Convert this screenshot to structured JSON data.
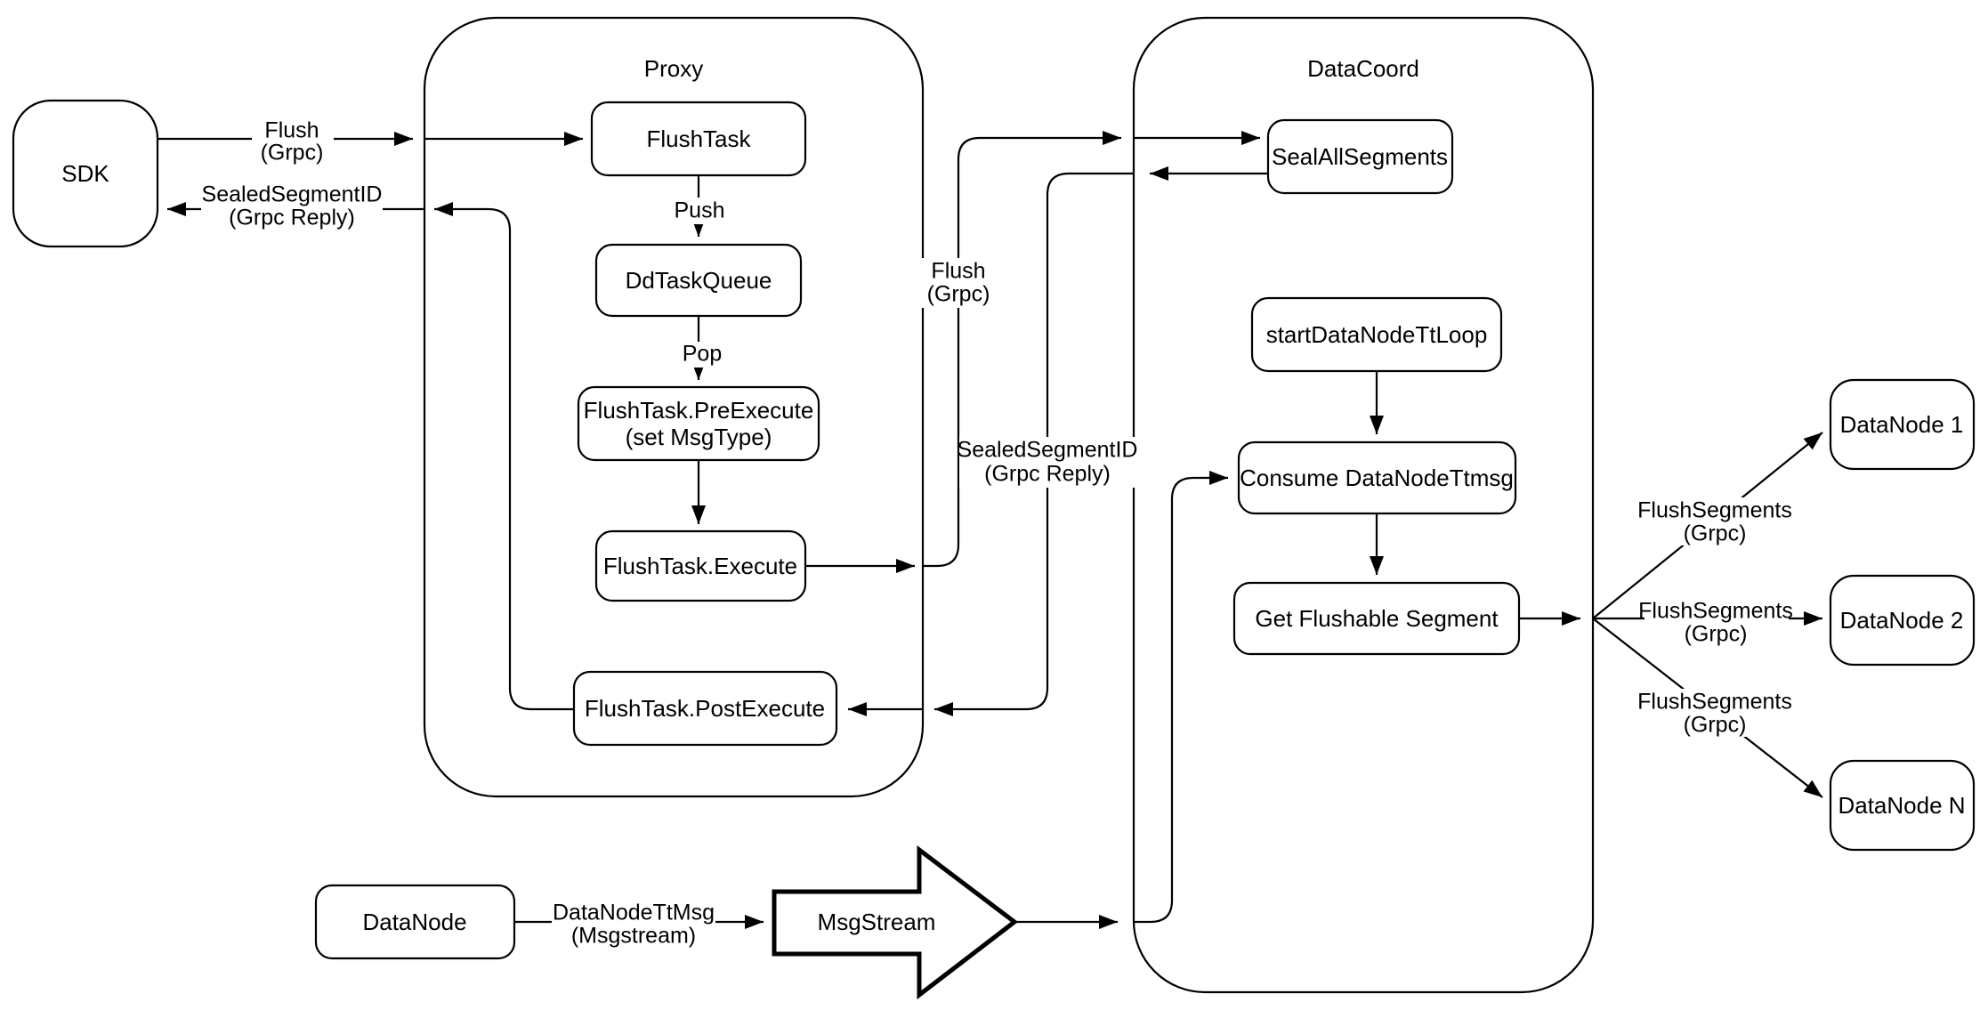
{
  "diagram": {
    "containers": {
      "proxy": "Proxy",
      "data_coord": "DataCoord"
    },
    "nodes": {
      "sdk": "SDK",
      "flush_task": "FlushTask",
      "dd_task_queue": "DdTaskQueue",
      "pre_execute_line1": "FlushTask.PreExecute",
      "pre_execute_line2": "(set MsgType)",
      "execute": "FlushTask.Execute",
      "post_execute": "FlushTask.PostExecute",
      "seal_all_segments": "SealAllSegments",
      "start_data_node_tt_loop": "startDataNodeTtLoop",
      "consume_data_node_ttmsg": "Consume DataNodeTtmsg",
      "get_flushable_segment": "Get Flushable Segment",
      "data_node_1": "DataNode 1",
      "data_node_2": "DataNode 2",
      "data_node_n": "DataNode N",
      "data_node_source": "DataNode",
      "msg_stream": "MsgStream"
    },
    "edge_labels": {
      "flush_line1": "Flush",
      "flush_line2": "(Grpc)",
      "sealed_line1": "SealedSegmentID",
      "sealed_line2": "(Grpc Reply)",
      "push": "Push",
      "pop": "Pop",
      "flush_segments_line1": "FlushSegments",
      "flush_segments_line2": "(Grpc)",
      "data_node_tt_line1": "DataNodeTtMsg",
      "data_node_tt_line2": "(Msgstream)"
    },
    "colors": {
      "stroke": "#000000",
      "fill": "#ffffff",
      "text": "#000000"
    }
  }
}
